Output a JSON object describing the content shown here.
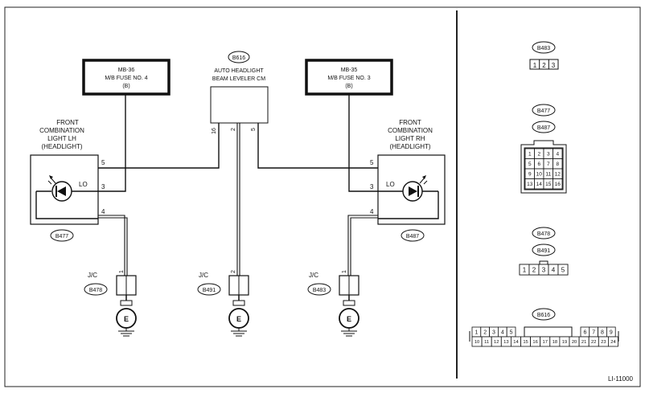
{
  "fuse_lh": {
    "line1": "MB-36",
    "line2": "M/B FUSE NO. 4",
    "line3": "(B)"
  },
  "fuse_rh": {
    "line1": "MB-35",
    "line2": "M/B FUSE NO. 3",
    "line3": "(B)"
  },
  "module": {
    "connector": "B616",
    "name_line1": "AUTO HEADLIGHT",
    "name_line2": "BEAM LEVELER CM",
    "pins": [
      "16",
      "2",
      "5"
    ]
  },
  "light_lh": {
    "name": [
      "FRONT",
      "COMBINATION",
      "LIGHT LH",
      "(HEADLIGHT)"
    ],
    "connector": "B477",
    "pins": [
      "5",
      "3",
      "4"
    ],
    "lo_label": "LO"
  },
  "light_rh": {
    "name": [
      "FRONT",
      "COMBINATION",
      "LIGHT RH",
      "(HEADLIGHT)"
    ],
    "connector": "B487",
    "pins": [
      "5",
      "3",
      "4"
    ],
    "lo_label": "LO"
  },
  "grounds": [
    {
      "jc": "J/C",
      "connector": "B478",
      "pin": "1",
      "symbol": "E"
    },
    {
      "jc": "J/C",
      "connector": "B491",
      "pin": "2",
      "symbol": "E"
    },
    {
      "jc": "J/C",
      "connector": "B483",
      "pin": "1",
      "symbol": "E"
    }
  ],
  "connector_views": {
    "b483": {
      "label": "B483",
      "pins": [
        "1",
        "2",
        "3"
      ]
    },
    "b477_b487": {
      "labels": [
        "B477",
        "B487"
      ],
      "rows": [
        [
          "1",
          "2",
          "3",
          "4"
        ],
        [
          "5",
          "6",
          "7",
          "8"
        ],
        [
          "9",
          "10",
          "11",
          "12"
        ],
        [
          "13",
          "14",
          "15",
          "16"
        ]
      ]
    },
    "b478_b491": {
      "labels": [
        "B478",
        "B491"
      ],
      "pins": [
        "1",
        "2",
        "3",
        "4",
        "5"
      ]
    },
    "b616": {
      "label": "B616",
      "top_left": [
        "1",
        "2",
        "3",
        "4",
        "5"
      ],
      "top_right": [
        "6",
        "7",
        "8",
        "9"
      ],
      "bottom": [
        "10",
        "11",
        "12",
        "13",
        "14",
        "15",
        "16",
        "17",
        "18",
        "19",
        "20",
        "21",
        "22",
        "23",
        "24"
      ]
    }
  },
  "figure_id": "LI-11000"
}
